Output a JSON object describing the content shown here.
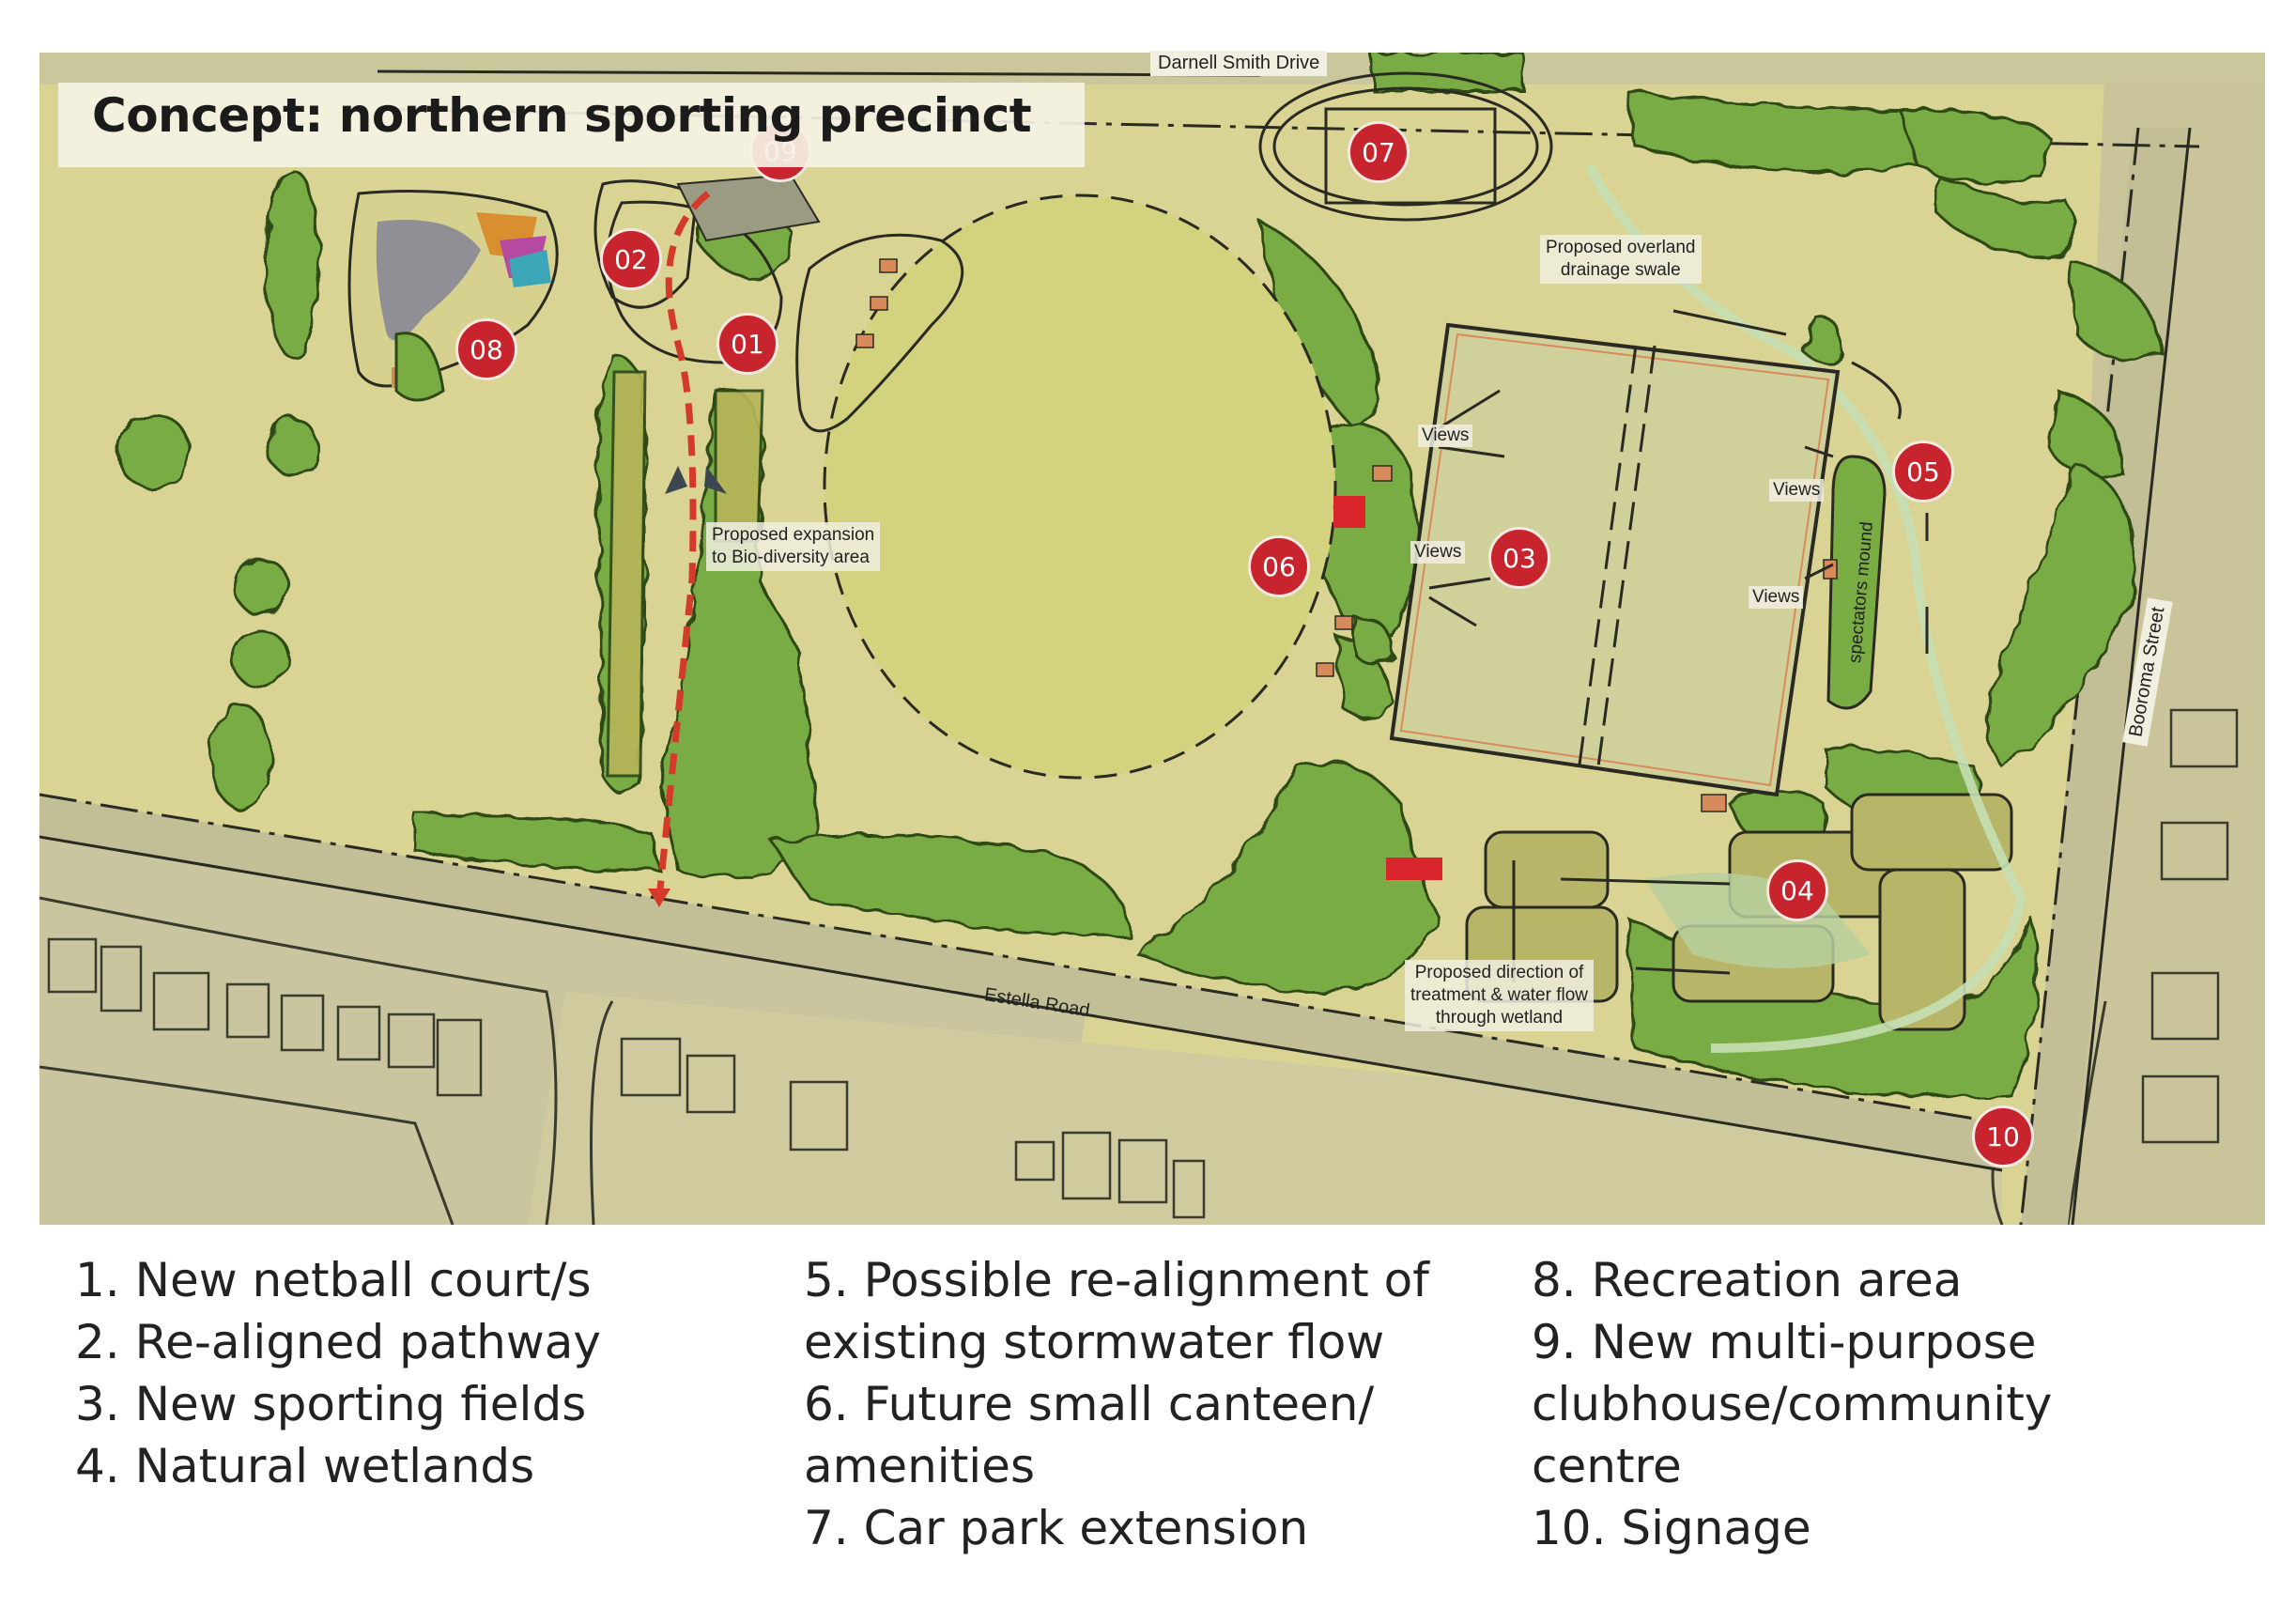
{
  "title": "Concept: northern sporting precinct",
  "colors": {
    "grass": "#d9d494",
    "trees": "#74a841",
    "marker_red": "#c8242e",
    "path_red": "#d33a2a",
    "road": "#c7c49a"
  },
  "streets": {
    "darnell": "Darnell Smith Drive",
    "estella": "Estella Road",
    "booroma": "Booroma Street"
  },
  "annotations": {
    "bio_line1": "Proposed expansion",
    "bio_line2": "to Bio-diversity area",
    "drain_line1": "Proposed overland",
    "drain_line2": "drainage swale",
    "wet_line1": "Proposed direction of",
    "wet_line2": "treatment & water flow",
    "wet_line3": "through wetland",
    "views": "Views",
    "spectators": "spectators mound"
  },
  "markers": [
    {
      "id": "01",
      "label": "01"
    },
    {
      "id": "02",
      "label": "02"
    },
    {
      "id": "03",
      "label": "03"
    },
    {
      "id": "04",
      "label": "04"
    },
    {
      "id": "05",
      "label": "05"
    },
    {
      "id": "06",
      "label": "06"
    },
    {
      "id": "07",
      "label": "07"
    },
    {
      "id": "08",
      "label": "08"
    },
    {
      "id": "09",
      "label": "09"
    },
    {
      "id": "10",
      "label": "10"
    }
  ],
  "legend": [
    [
      "1. New netball court/s",
      "2. Re-aligned pathway",
      "3. New sporting fields",
      "4. Natural wetlands"
    ],
    [
      "5. Possible re-alignment of",
      "existing stormwater flow",
      "6. Future small canteen/",
      "amenities",
      "7. Car park extension"
    ],
    [
      "8. Recreation area",
      "9. New multi-purpose",
      "clubhouse/community",
      "centre",
      "10. Signage"
    ]
  ]
}
